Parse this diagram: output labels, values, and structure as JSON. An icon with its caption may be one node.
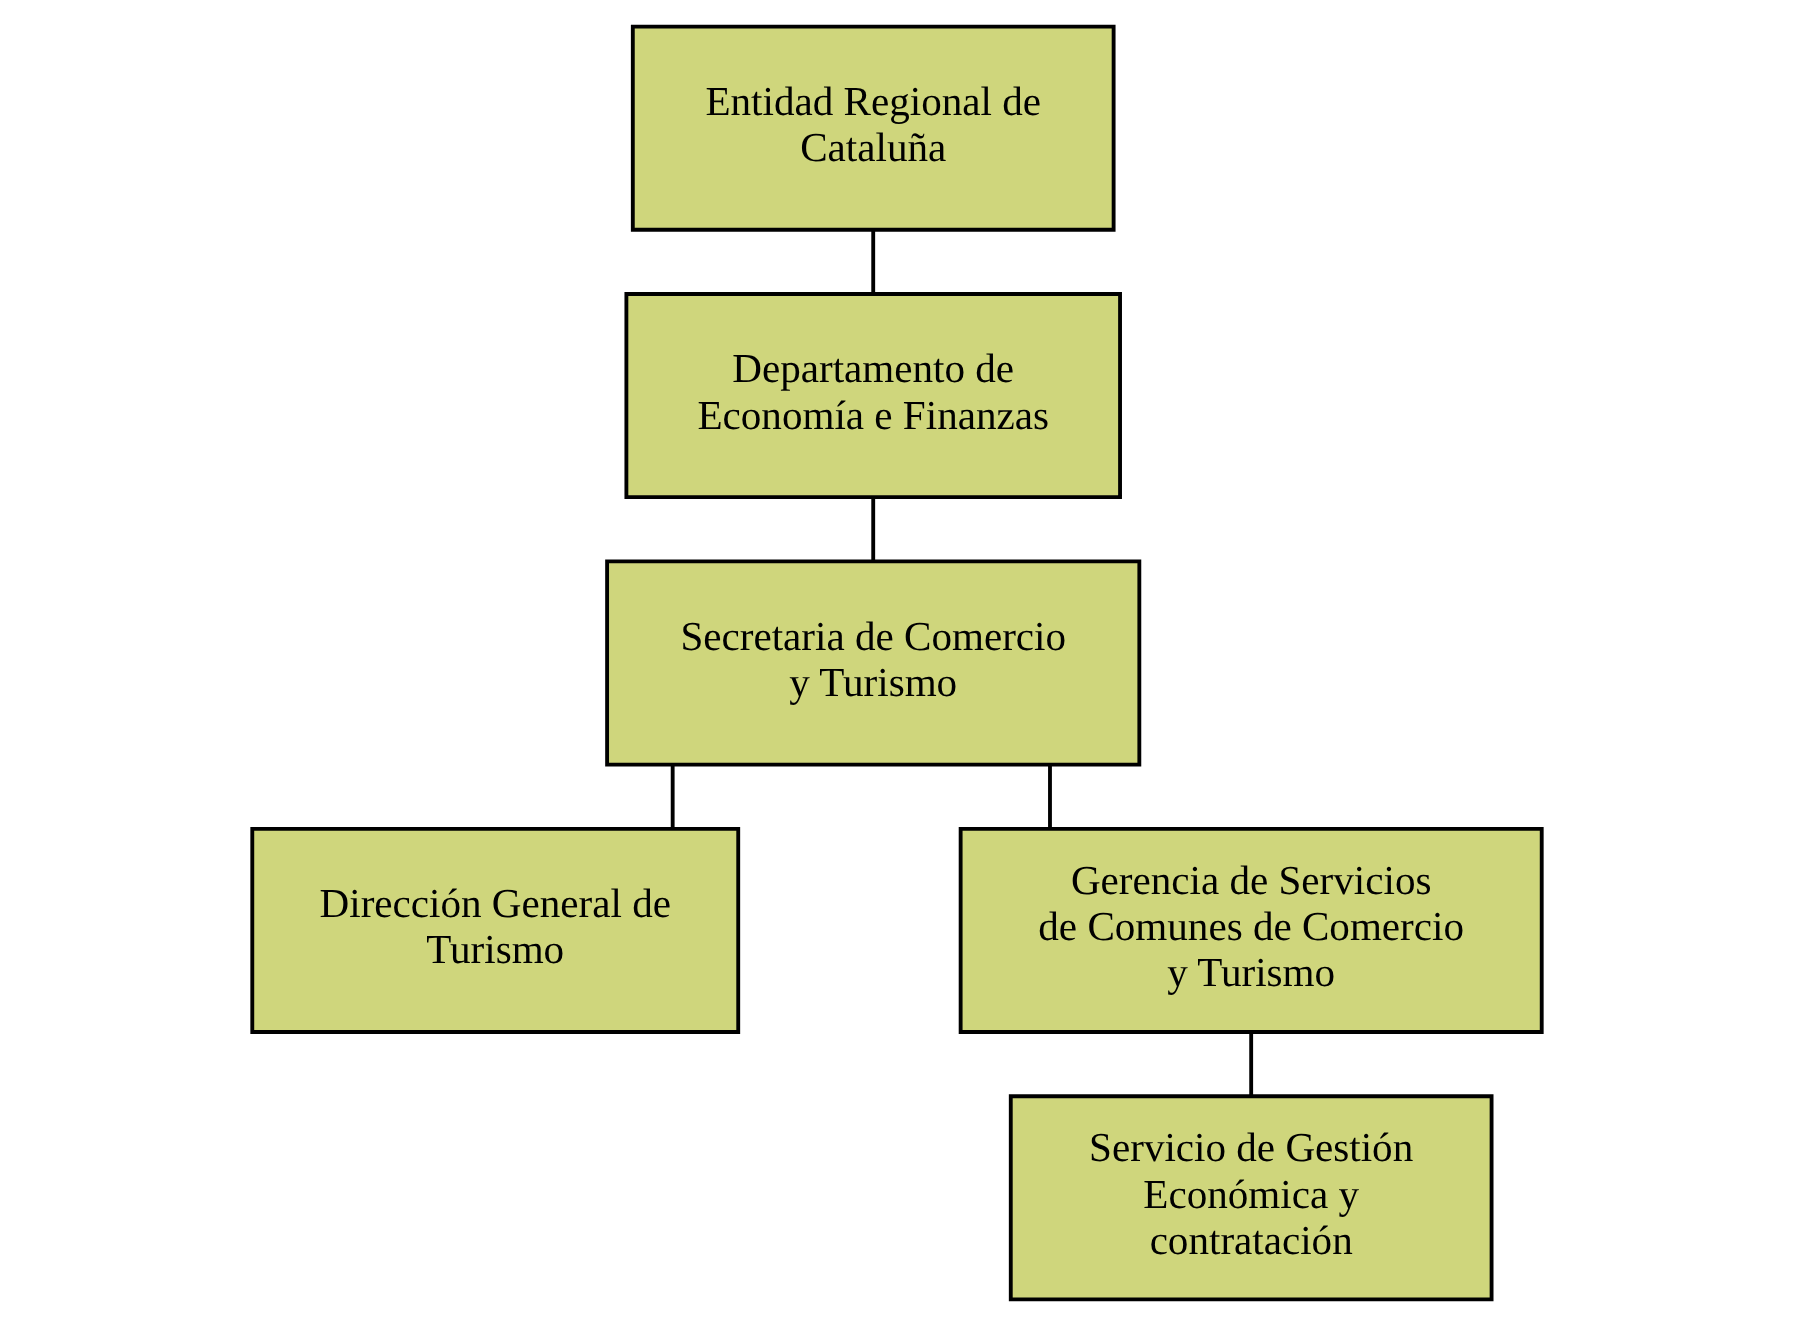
{
  "diagram": {
    "nodes": [
      {
        "text": [
          "Entidad Regional de Cataluña"
        ]
      },
      {
        "text": [
          "Departamento de Economía e Finanzas"
        ]
      },
      {
        "text": [
          "Secretaria de Comercio y Turismo"
        ]
      },
      {
        "text": [
          "Dirección General de Turismo"
        ]
      },
      {
        "text": [
          "Gerencia de Servicios de Comunes de Comercio y Turismo"
        ]
      },
      {
        "text": [
          "Servicio de Gestión Económica y contratación"
        ]
      }
    ],
    "edges": [
      {
        "from": 0,
        "to": 1,
        "arrow": "none"
      },
      {
        "from": 1,
        "to": 2,
        "arrow": "none"
      },
      {
        "from": 2,
        "to": 3,
        "arrow": "none"
      },
      {
        "from": 2,
        "to": 4,
        "arrow": "none"
      },
      {
        "from": 4,
        "to": 5,
        "arrow": "none"
      }
    ]
  }
}
